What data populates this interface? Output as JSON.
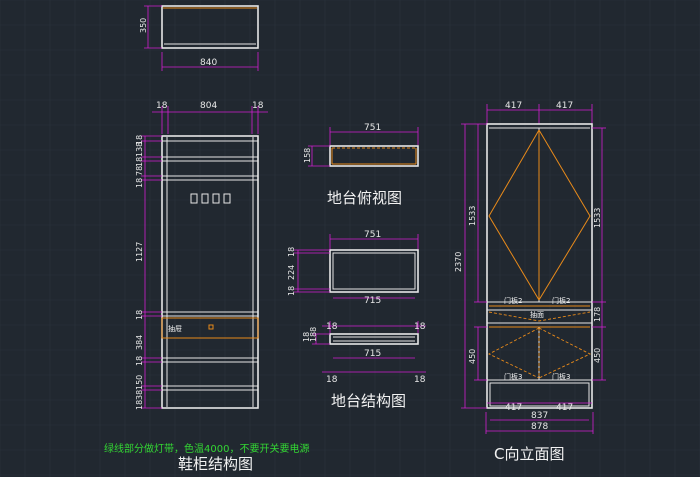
{
  "colors": {
    "background": "#212830",
    "line": "#e6e6e6",
    "dimension": "#d21fd2",
    "accent": "#e88a1a",
    "note": "#33d633"
  },
  "top_view": {
    "dim_height": "350",
    "dim_width": "840"
  },
  "cabinet": {
    "title": "鞋柜结构图",
    "dim_top": [
      "18",
      "804",
      "18"
    ],
    "dim_side": [
      "18",
      "138",
      "18",
      "78",
      "18",
      "1127",
      "18",
      "384",
      "18",
      "150",
      "38",
      "18"
    ],
    "drawer_label": "抽屉"
  },
  "platform_top": {
    "title": "地台俯视图",
    "dim_width": "751",
    "dim_height": "158"
  },
  "platform_struct": {
    "title": "地台结构图",
    "dim_top": "751",
    "dim_mid": "715",
    "dim_left_a": [
      "18",
      "224",
      "18"
    ],
    "dim_left_b": [
      "18",
      "188"
    ],
    "dim_lower_top": [
      "18",
      "18"
    ],
    "dim_lower_mid": "715",
    "dim_lower_bottom": [
      "18",
      "18"
    ]
  },
  "elevation": {
    "title": "C向立面图",
    "dim_top": [
      "417",
      "417"
    ],
    "dim_left_total": "2370",
    "dim_left_upper": "1533",
    "dim_left_lower": "450",
    "dim_right": [
      "1533",
      "178",
      "450"
    ],
    "door_upper": [
      "门板2",
      "门板2"
    ],
    "drawer_face": "抽面",
    "door_lower": [
      "门板3",
      "门板3"
    ],
    "dim_bottom": [
      "417",
      "417"
    ],
    "dim_inner": "837",
    "dim_outer": "878"
  },
  "note": "绿线部分做灯带，色温4000，不要开关要电源"
}
